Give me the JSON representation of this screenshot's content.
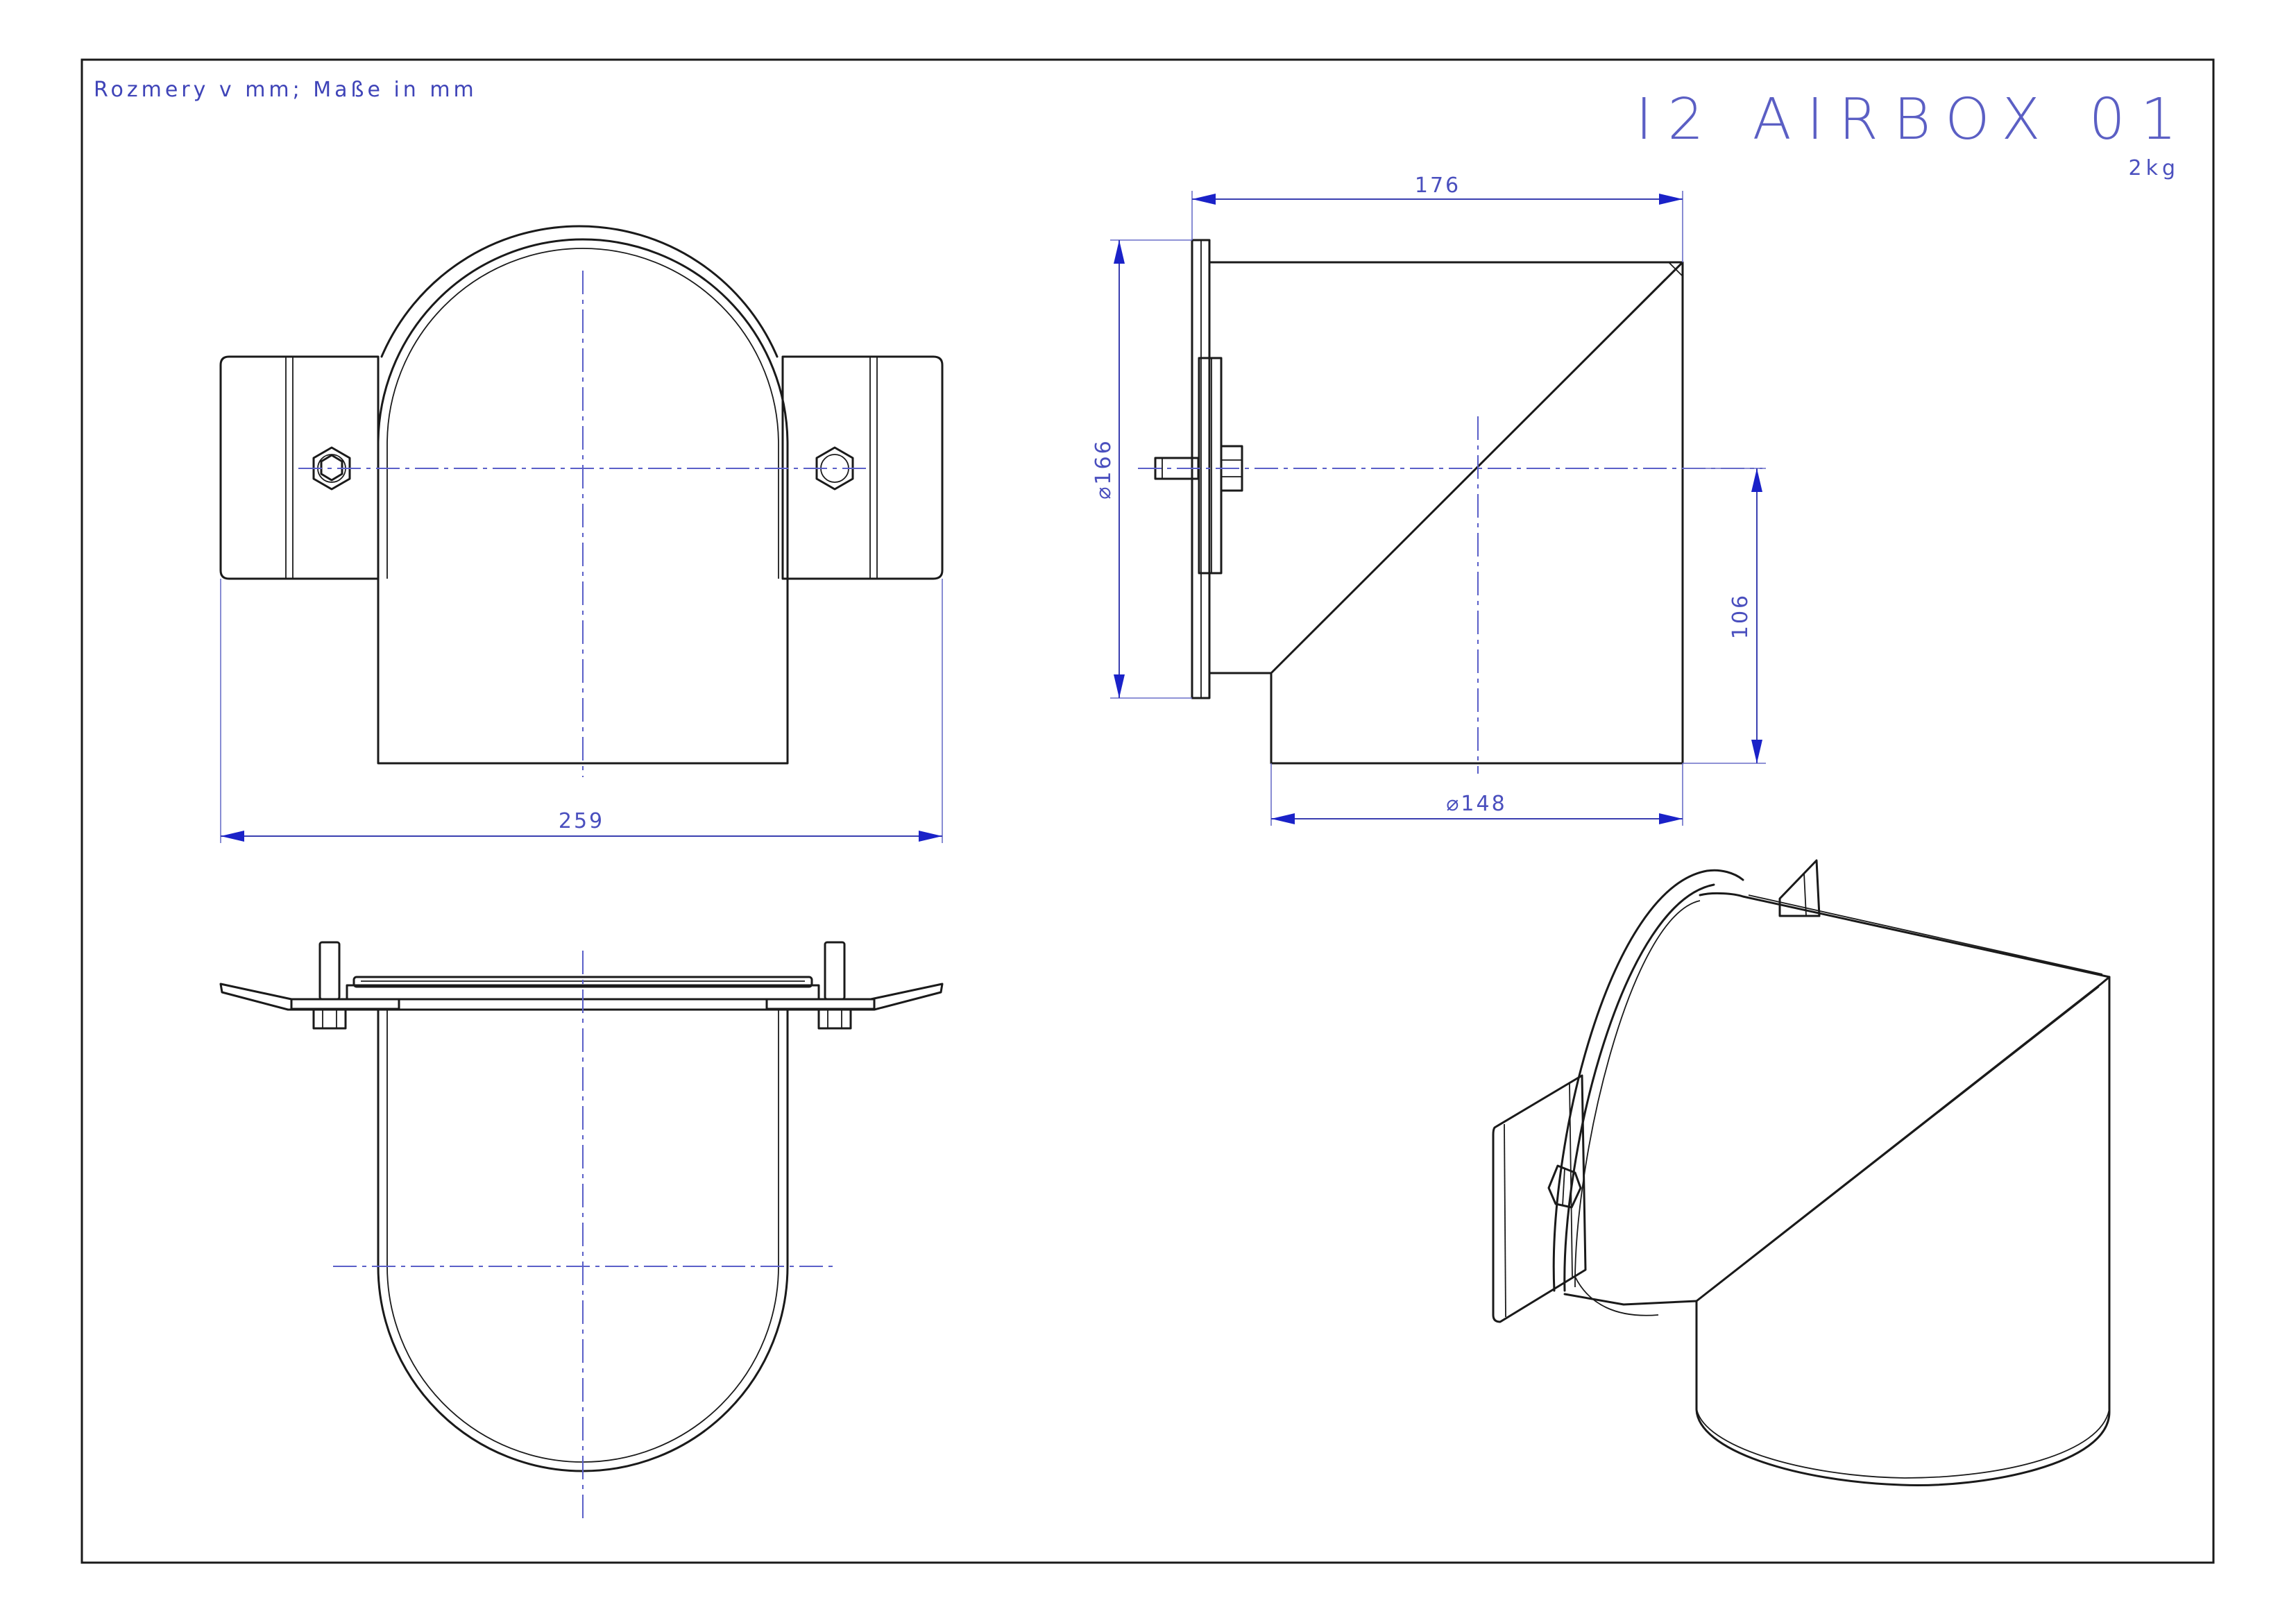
{
  "drawing": {
    "note": "Rozmery v mm; Maße in mm",
    "title": "I2 AIRBOX 01",
    "weight": "2kg"
  },
  "dimensions": {
    "width_front": "259",
    "length_side": "176",
    "diameter_flange": "⌀166",
    "diameter_pipe": "⌀148",
    "height_outlet": "106"
  },
  "colors": {
    "frame": "#1a1a1a",
    "dimension_text": "#4a4fbe",
    "dimension_arrow": "#1a22c8",
    "center_line": "#5a5fc8"
  }
}
